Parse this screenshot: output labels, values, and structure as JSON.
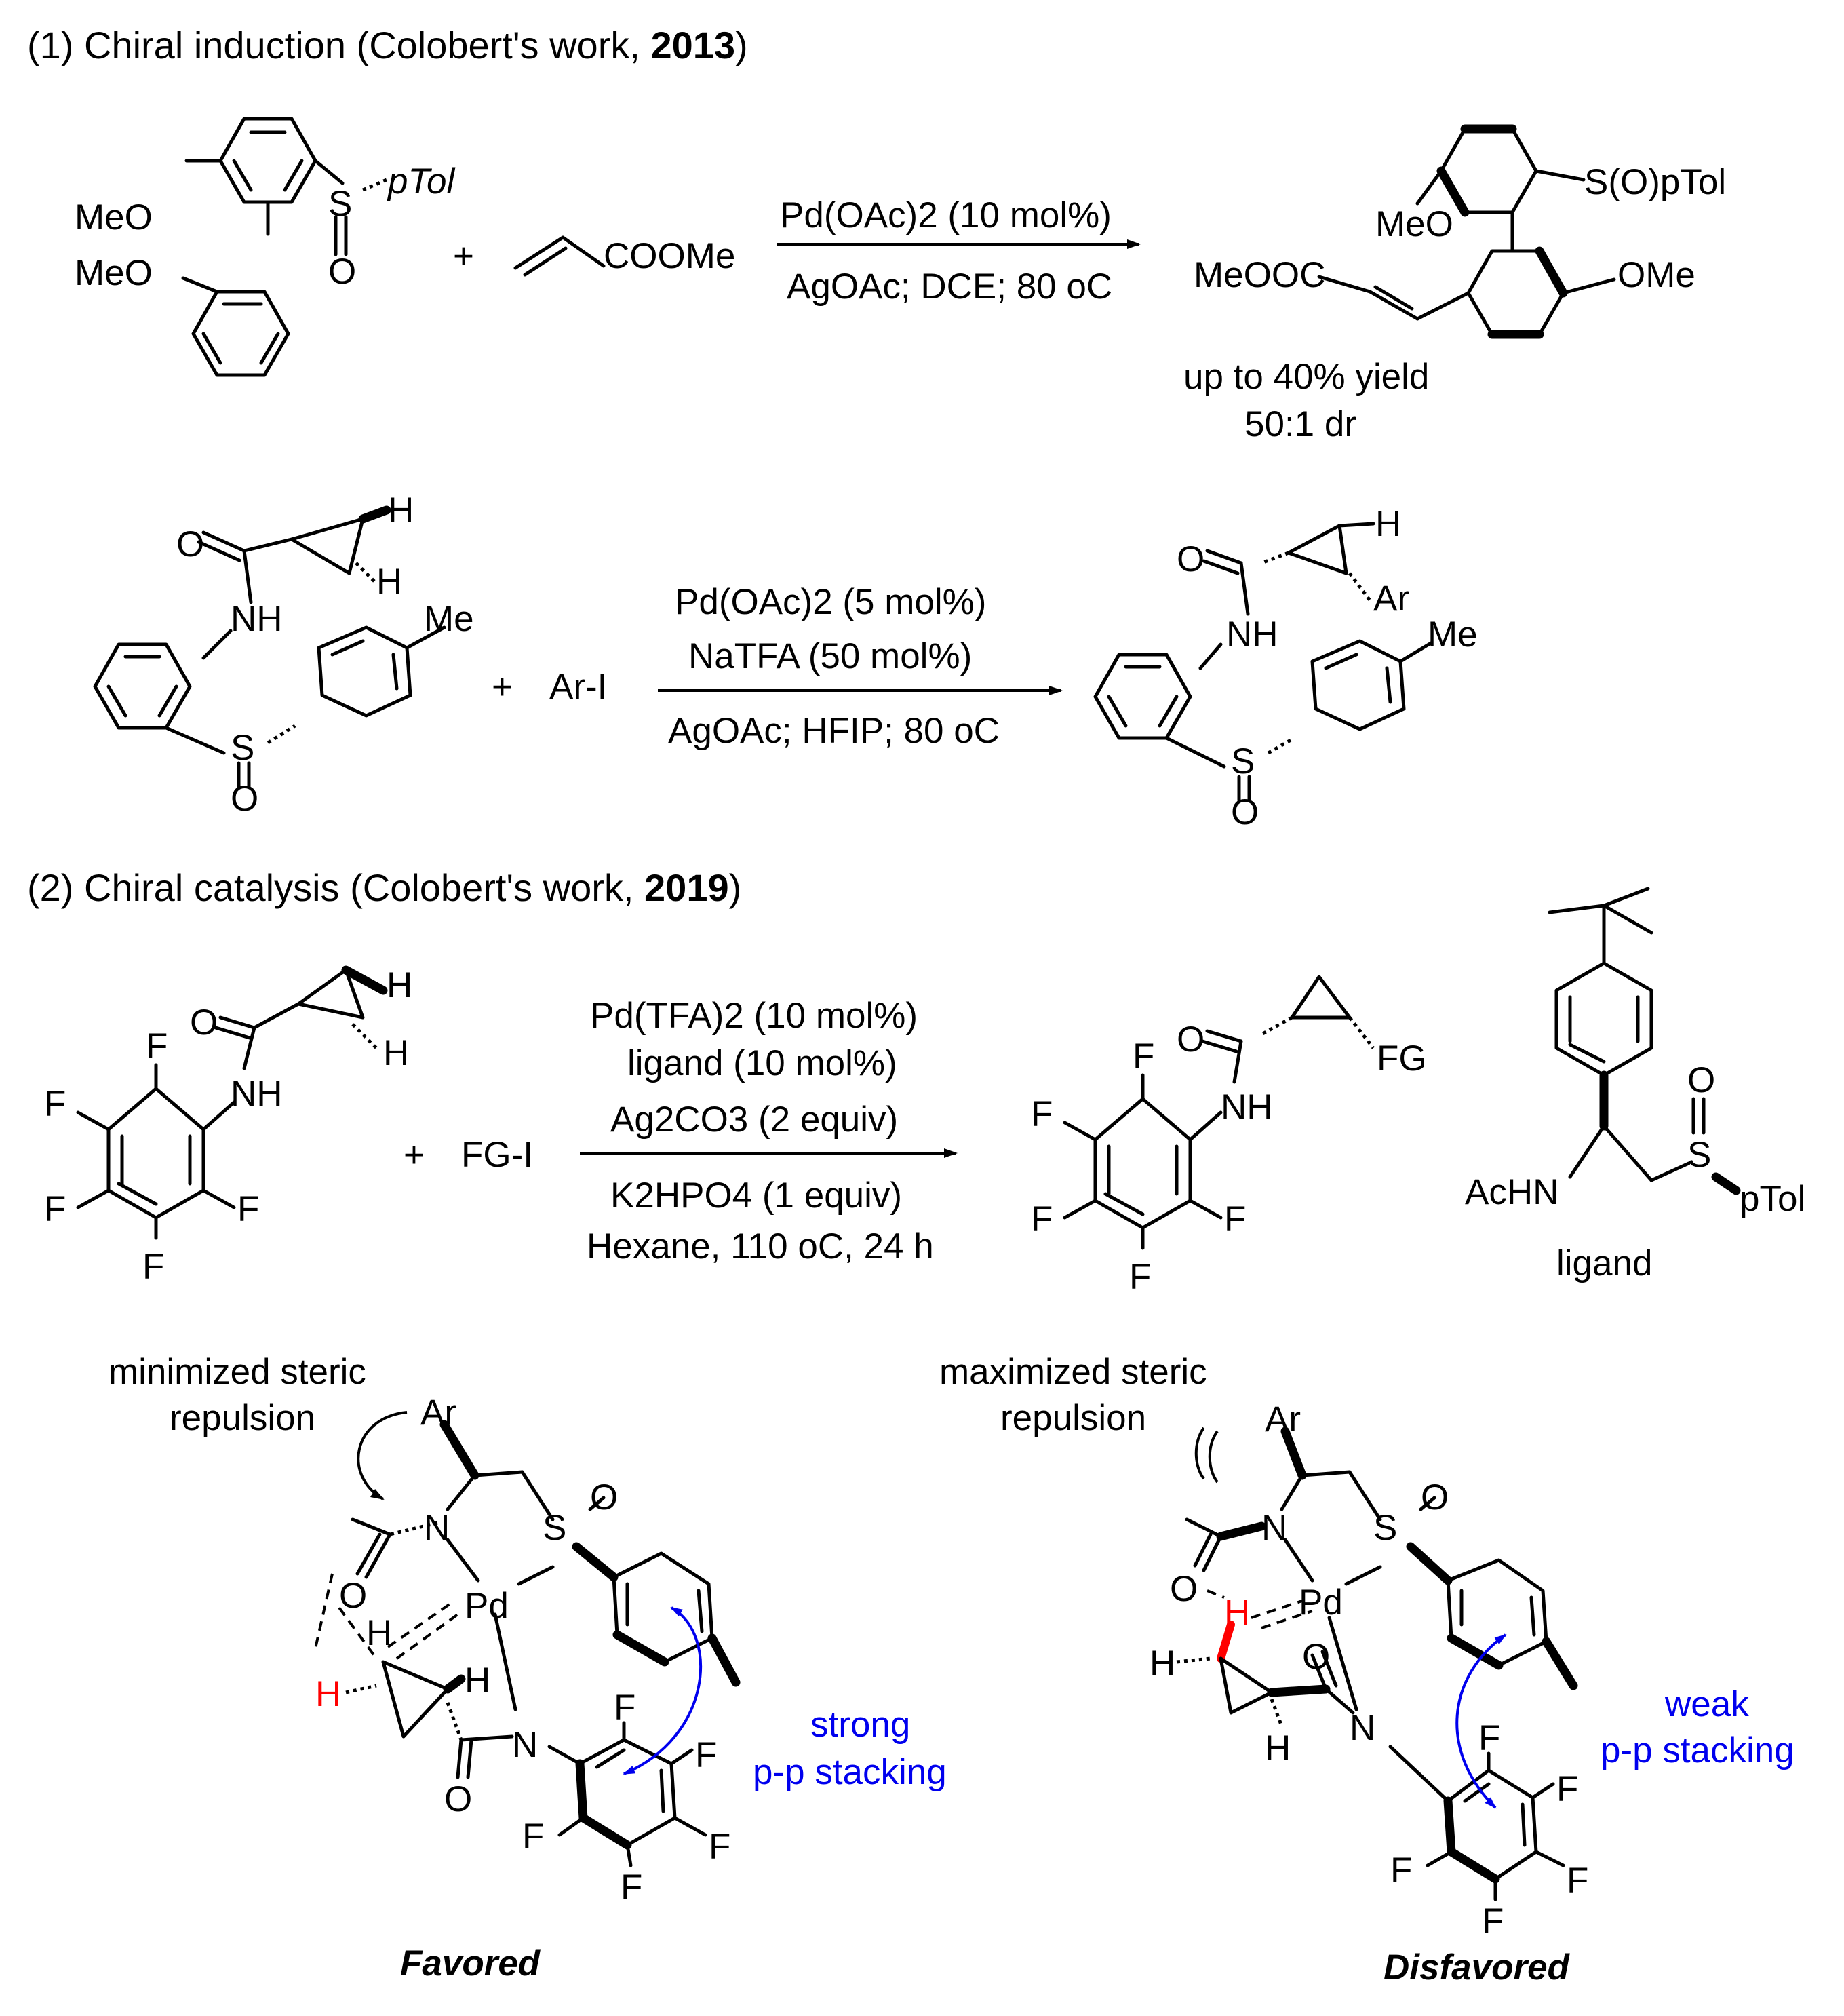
{
  "section1": {
    "heading_prefix": "(1) Chiral induction (Colobert's work, ",
    "heading_year": "2013",
    "heading_suffix": ")"
  },
  "section2": {
    "heading_prefix": "(2) Chiral catalysis (Colobert's work, ",
    "heading_year": "2019",
    "heading_suffix": ")"
  },
  "reaction1": {
    "sm": {
      "meo_top": "MeO",
      "meo_bottom": "MeO",
      "s": "S",
      "o": "O",
      "ptol": "pTol"
    },
    "plus": "+",
    "alkene": {
      "coome": "COOMe"
    },
    "conditions": [
      "Pd(OAc)2 (10 mol%)",
      "AgOAc; DCE; 80 oC"
    ],
    "product": {
      "meo": "MeO",
      "sopTol": "S(O)pTol",
      "ester": "MeOOC",
      "ome": "OMe"
    },
    "result": [
      "up to 40% yield",
      "50:1 dr"
    ]
  },
  "reaction2": {
    "sm": {
      "o": "O",
      "h1": "H",
      "h2": "H",
      "nh": "NH",
      "me": "Me",
      "s": "S",
      "so": "O"
    },
    "plus": "+",
    "reagent": "Ar-I",
    "conditions": [
      "Pd(OAc)2 (5 mol%)",
      "NaTFA (50 mol%)",
      "AgOAc; HFIP; 80 oC"
    ],
    "product": {
      "o": "O",
      "h": "H",
      "ar": "Ar",
      "nh": "NH",
      "me": "Me",
      "s": "S",
      "so": "O"
    }
  },
  "reaction3": {
    "sm": {
      "o": "O",
      "h1": "H",
      "h2": "H",
      "nh": "NH",
      "f": "F"
    },
    "plus": "+",
    "reagent": "FG-I",
    "conditions": [
      "Pd(TFA)2 (10 mol%)",
      "ligand (10 mol%)",
      "Ag2CO3 (2 equiv)",
      "K2HPO4 (1 equiv)",
      "Hexane, 110 oC, 24 h"
    ],
    "product": {
      "o": "O",
      "fg": "FG",
      "nh": "NH",
      "f": "F"
    },
    "ligand": {
      "achn": "AcHN",
      "s": "S",
      "o": "O",
      "ptol": "pTol",
      "caption": "ligand"
    }
  },
  "ts_favored": {
    "note": [
      "minimized steric",
      "repulsion"
    ],
    "ar": "Ar",
    "n": "N",
    "s": "S",
    "o": "O",
    "pd": "Pd",
    "h": "H",
    "f": "F",
    "stacking": [
      "strong",
      "p-p stacking"
    ],
    "caption": "Favored"
  },
  "ts_disfavored": {
    "note": [
      "maximized steric",
      "repulsion"
    ],
    "ar": "Ar",
    "n": "N",
    "s": "S",
    "o": "O",
    "pd": "Pd",
    "h": "H",
    "f": "F",
    "stacking": [
      "weak",
      "p-p stacking"
    ],
    "caption": "Disfavored"
  },
  "colors": {
    "text": "#000000",
    "annotation": "#0000ee",
    "highlight_h": "#ff0000"
  }
}
